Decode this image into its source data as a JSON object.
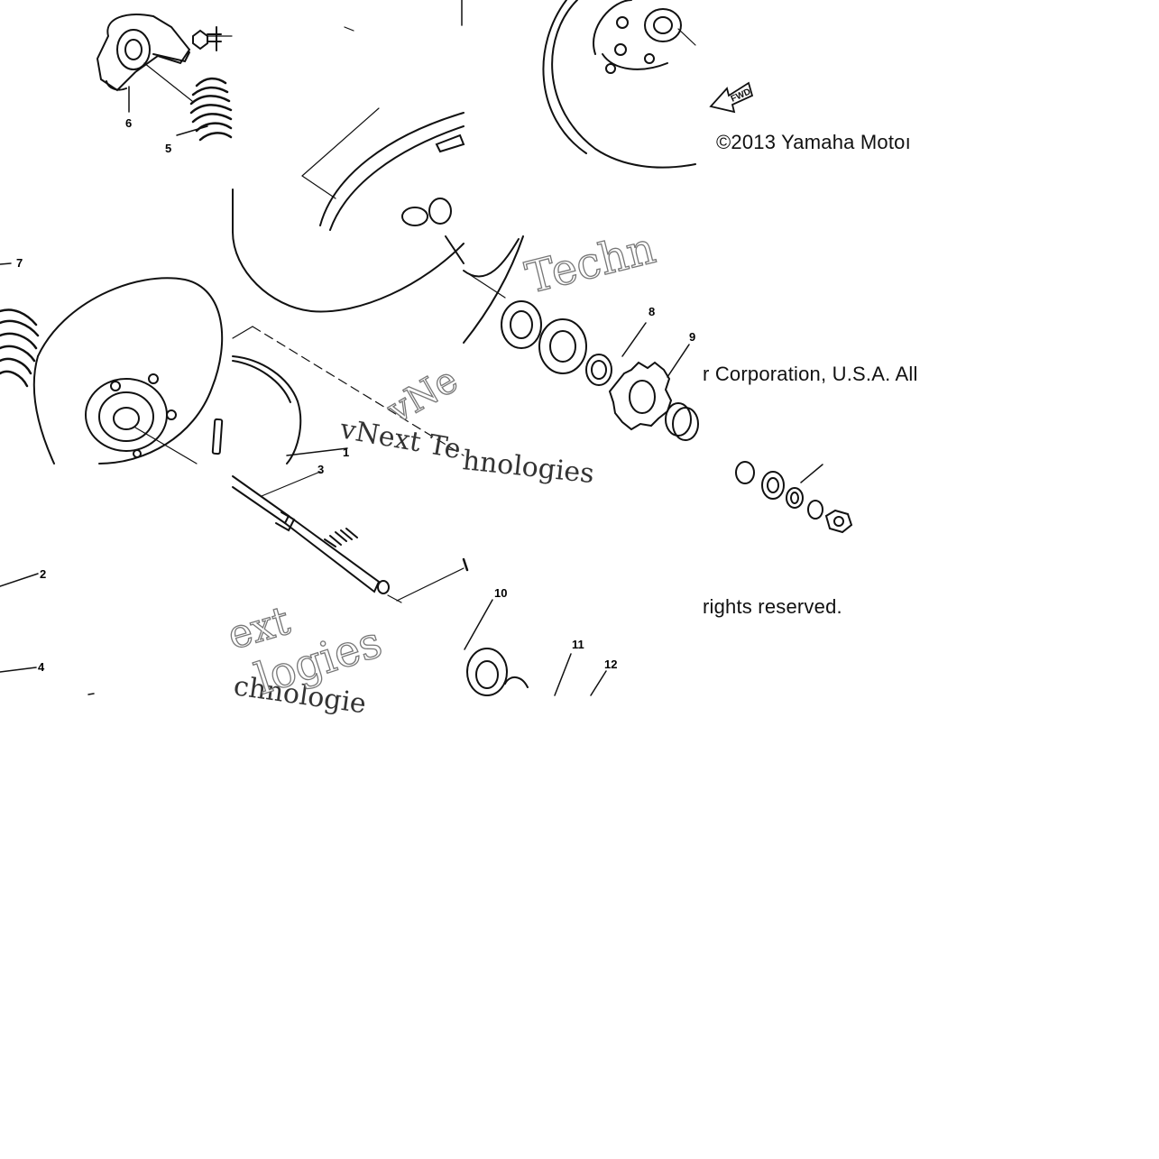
{
  "copyright": {
    "line1": "©2013 Yamaha Motoı",
    "line2": "r Corporation, U.S.A. All",
    "line3": "rights reserved."
  },
  "direction_arrow": "FWD",
  "callouts": [
    "1",
    "2",
    "3",
    "4",
    "5",
    "6",
    "7",
    "8",
    "9",
    "10",
    "11",
    "12"
  ],
  "watermark": {
    "a": "vNext Te",
    "b": "hnologies",
    "c": "Techn",
    "d": "ext",
    "e": "chnologie",
    "f": "logies",
    "g": "vNe"
  }
}
